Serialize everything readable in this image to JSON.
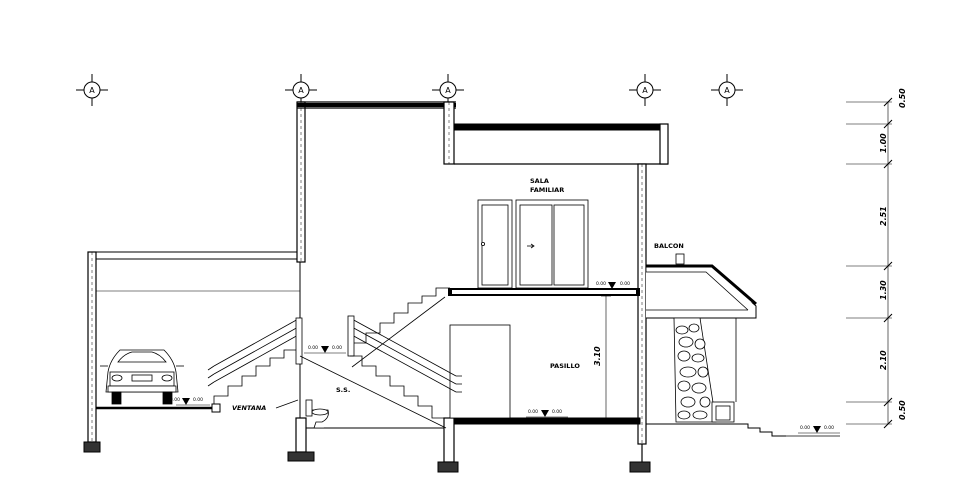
{
  "labels": {
    "sala_line1": "SALA",
    "sala_line2": "FAMILIAR",
    "balcon": "BALCON",
    "pasillo": "PASILLO",
    "ss": "S.S.",
    "ventana": "VENTANA",
    "height_310": "3.10"
  },
  "grid_axis_marker": "A",
  "level_marks": [
    "0.00",
    "0.00",
    "0.00",
    "0.00",
    "0.00"
  ],
  "vertical_dimensions": [
    "0.50",
    "1.00",
    "2.51",
    "1.30",
    "2.10",
    "0.50"
  ]
}
